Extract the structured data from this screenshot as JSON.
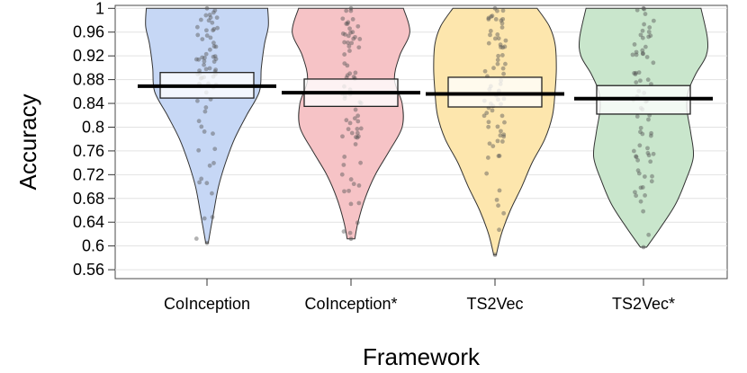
{
  "chart_data": {
    "type": "violin",
    "xlabel": "Framework",
    "ylabel": "Accuracy",
    "ylim": [
      0.545,
      1.005
    ],
    "y_ticks": [
      "1",
      "0.96",
      "0.92",
      "0.88",
      "0.84",
      "0.8",
      "0.76",
      "0.72",
      "0.68",
      "0.64",
      "0.6",
      "0.56"
    ],
    "grid": true,
    "categories": [
      "CoInception",
      "CoInception*",
      "TS2Vec",
      "TS2Vec*"
    ],
    "colors": [
      "#c6d7f5",
      "#f6c3c6",
      "#fde6ad",
      "#c9e6cc"
    ],
    "series": [
      {
        "category": "CoInception",
        "mean": 0.869,
        "ci": [
          0.849,
          0.892
        ],
        "min": 0.605,
        "max": 1.0,
        "density": [
          [
            0.605,
            0.02
          ],
          [
            0.63,
            0.06
          ],
          [
            0.66,
            0.11
          ],
          [
            0.7,
            0.18
          ],
          [
            0.74,
            0.29
          ],
          [
            0.78,
            0.43
          ],
          [
            0.82,
            0.62
          ],
          [
            0.86,
            0.82
          ],
          [
            0.9,
            0.85
          ],
          [
            0.94,
            0.9
          ],
          [
            0.97,
            0.96
          ],
          [
            1.0,
            0.95
          ]
        ]
      },
      {
        "category": "CoInception*",
        "mean": 0.858,
        "ci": [
          0.835,
          0.881
        ],
        "min": 0.612,
        "max": 1.0,
        "density": [
          [
            0.612,
            0.06
          ],
          [
            0.64,
            0.11
          ],
          [
            0.68,
            0.22
          ],
          [
            0.72,
            0.38
          ],
          [
            0.76,
            0.6
          ],
          [
            0.8,
            0.8
          ],
          [
            0.84,
            0.8
          ],
          [
            0.88,
            0.68
          ],
          [
            0.92,
            0.76
          ],
          [
            0.96,
            0.92
          ],
          [
            1.0,
            0.82
          ]
        ]
      },
      {
        "category": "TS2Vec",
        "mean": 0.856,
        "ci": [
          0.834,
          0.884
        ],
        "min": 0.585,
        "max": 1.0,
        "density": [
          [
            0.585,
            0.02
          ],
          [
            0.62,
            0.1
          ],
          [
            0.66,
            0.24
          ],
          [
            0.7,
            0.42
          ],
          [
            0.74,
            0.58
          ],
          [
            0.78,
            0.78
          ],
          [
            0.82,
            0.9
          ],
          [
            0.86,
            0.94
          ],
          [
            0.9,
            0.96
          ],
          [
            0.94,
            0.94
          ],
          [
            0.97,
            0.85
          ],
          [
            1.0,
            0.66
          ]
        ]
      },
      {
        "category": "TS2Vec*",
        "mean": 0.848,
        "ci": [
          0.822,
          0.87
        ],
        "min": 0.598,
        "max": 1.0,
        "density": [
          [
            0.598,
            0.05
          ],
          [
            0.63,
            0.26
          ],
          [
            0.67,
            0.5
          ],
          [
            0.71,
            0.66
          ],
          [
            0.75,
            0.78
          ],
          [
            0.79,
            0.74
          ],
          [
            0.83,
            0.68
          ],
          [
            0.86,
            0.7
          ],
          [
            0.89,
            0.82
          ],
          [
            0.92,
            0.98
          ],
          [
            0.95,
            1.0
          ],
          [
            1.0,
            0.9
          ]
        ]
      }
    ]
  }
}
